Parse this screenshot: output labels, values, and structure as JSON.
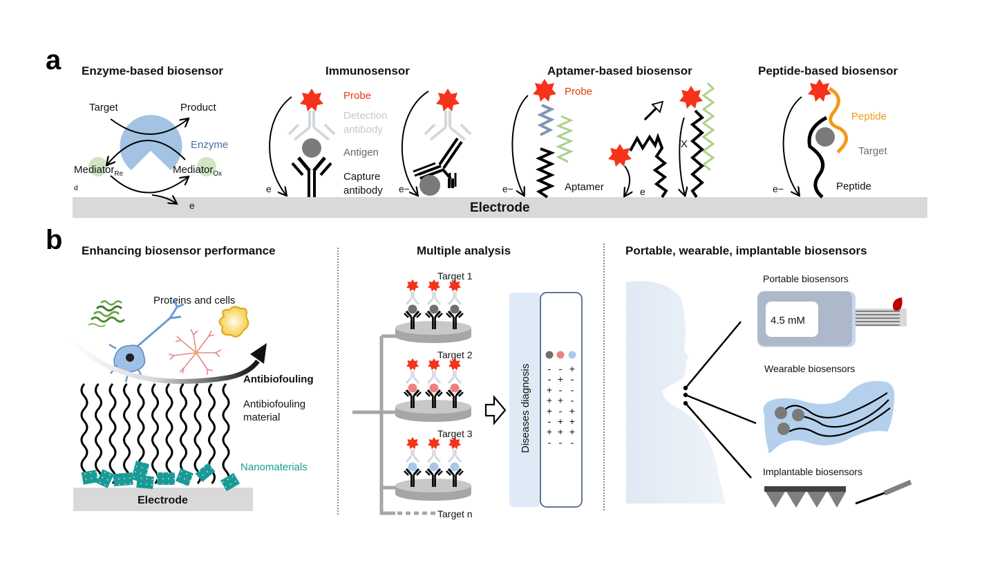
{
  "figure": {
    "panel_a": {
      "letter": "a",
      "electrode_label": "Electrode",
      "electron_label": "e",
      "electron_label_minus": "e−",
      "enzyme": {
        "title": "Enzyme-based biosensor",
        "target": "Target",
        "product": "Product",
        "enzyme": "Enzyme",
        "mediator": "Mediator",
        "mediator_re_sub": "Re",
        "mediator_re_tail": "d",
        "mediator_ox_sub": "Ox"
      },
      "immuno": {
        "title": "Immunosensor",
        "probe": "Probe",
        "detection_antibody_1": "Detection",
        "detection_antibody_2": "antibody",
        "antigen": "Antigen",
        "capture_antibody_1": "Capture",
        "capture_antibody_2": "antibody"
      },
      "aptamer": {
        "title": "Aptamer-based biosensor",
        "probe": "Probe",
        "aptamer": "Aptamer",
        "blocked": "X"
      },
      "peptide": {
        "title": "Peptide-based biosensor",
        "peptide_top": "Peptide",
        "target": "Target",
        "peptide_bottom": "Peptide"
      }
    },
    "panel_b": {
      "letter": "b",
      "performance": {
        "title": "Enhancing biosensor performance",
        "proteins_cells": "Proteins and cells",
        "antibiofouling": "Antibiofouling",
        "antibiofouling_material_1": "Antibiofouling",
        "antibiofouling_material_2": "material",
        "nanomaterials": "Nanomaterials",
        "electrode": "Electrode"
      },
      "multiple": {
        "title": "Multiple analysis",
        "targets": [
          "Target 1",
          "Target 2",
          "Target 3",
          "Target n"
        ],
        "diagnosis_label": "Diseases diagnosis",
        "marker_colors": [
          "#6f6f6f",
          "#f08080",
          "#a9c8e8"
        ],
        "truth_table": [
          [
            "-",
            "-",
            "+"
          ],
          [
            "-",
            "+",
            "-"
          ],
          [
            "+",
            "-",
            "-"
          ],
          [
            "+",
            "+",
            "-"
          ],
          [
            "+",
            "-",
            "+"
          ],
          [
            "-",
            "+",
            "+"
          ],
          [
            "+",
            "+",
            "+"
          ],
          [
            "-",
            "-",
            "-"
          ]
        ]
      },
      "devices": {
        "title": "Portable, wearable, implantable biosensors",
        "portable": "Portable biosensors",
        "reading": "4.5 mM",
        "wearable": "Wearable biosensors",
        "implantable": "Implantable biosensors"
      }
    },
    "colors": {
      "probe": "#f5321a",
      "electrode": "#d9d9d9",
      "enzyme": "#a4c3e3",
      "mediator": "#cfe6c2",
      "detection_antibody": "#d3d8df",
      "antigen": "#7a7a7a",
      "aptamer_blue": "#8096b3",
      "aptamer_green": "#a9d18e",
      "peptide_orange": "#f39a1a",
      "nanomaterial": "#1a9a96",
      "silhouette": "#e8f0f8",
      "device": "#adb9ca",
      "patch": "#b4d0ec"
    }
  }
}
